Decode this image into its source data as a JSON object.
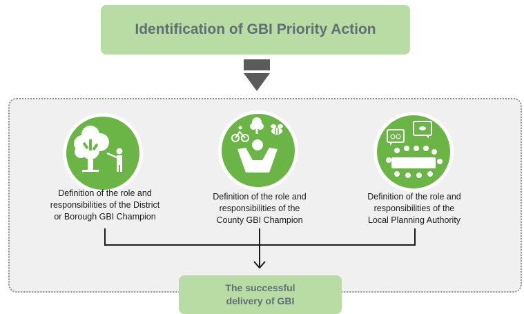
{
  "header": {
    "title": "Identification of GBI Priority Action"
  },
  "roles": [
    {
      "icon": "tree-person-icon",
      "lines": [
        "Definition of the role and",
        "responsibilities of the District",
        "or Borough GBI Champion"
      ]
    },
    {
      "icon": "champion-icon",
      "lines": [
        "Definition of the role and",
        "responsibilities of the",
        "County GBI Champion"
      ]
    },
    {
      "icon": "meeting-icon",
      "lines": [
        "Definition of the role and",
        "responsibilities of the",
        "Local Planning Authority"
      ]
    }
  ],
  "outcome": {
    "lines": [
      "The successful",
      "delivery of GBI"
    ]
  },
  "colors": {
    "green": "#6ab545",
    "light_green": "#b9dca4",
    "frame": "#f0f0f0",
    "arrow": "#5b5b5b"
  }
}
